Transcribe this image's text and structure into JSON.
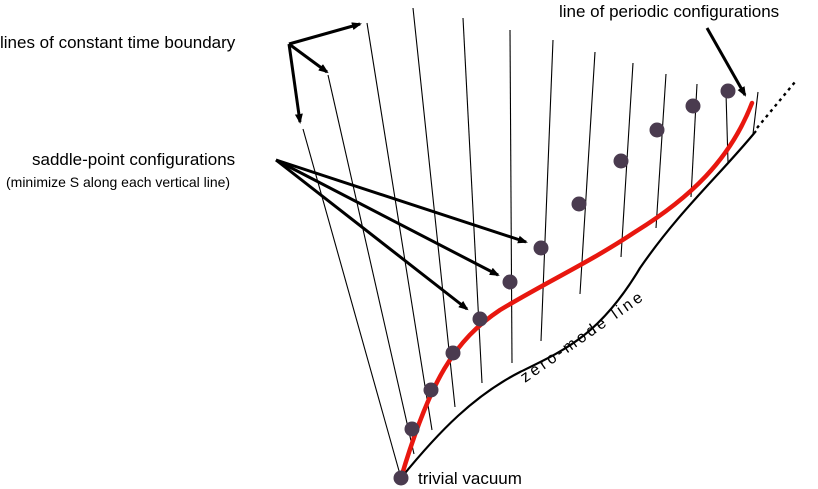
{
  "labels": {
    "constant_time": "lines of constant time boundary",
    "periodic": "line of periodic configurations",
    "saddle": "saddle-point configurations",
    "saddle_note": "(minimize S along each vertical line)",
    "zero_mode": "zero-mode line",
    "trivial_vacuum": "trivial vacuum"
  },
  "colors": {
    "periodic_line": "#e8170f",
    "saddle_points": "#4a3b4f",
    "lines": "#000000"
  }
}
